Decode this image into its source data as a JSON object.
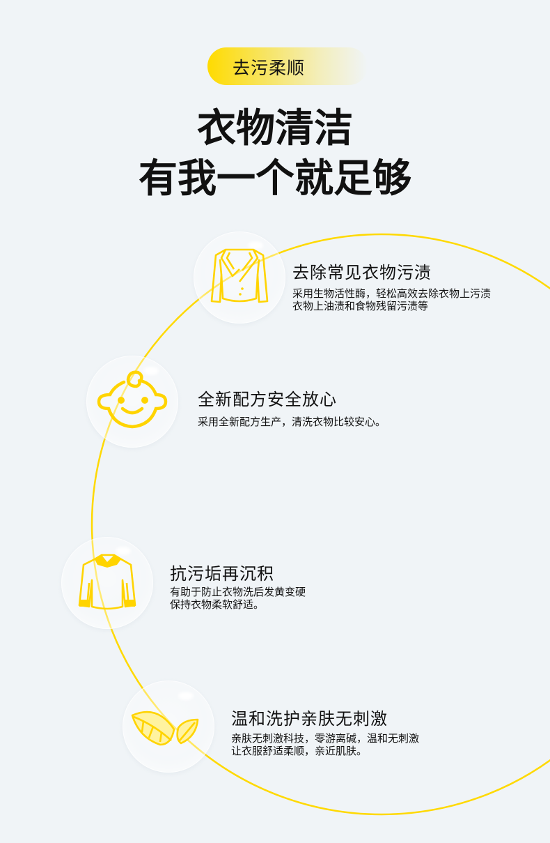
{
  "tag": {
    "label": "去污柔顺"
  },
  "title": {
    "line1": "衣物清洁",
    "line2": "有我一个就足够"
  },
  "colors": {
    "accent": "#ffdb00",
    "background": "#f0f4f7",
    "text": "#111111"
  },
  "features": [
    {
      "icon": "jacket-icon",
      "title": "去除常见衣物污渍",
      "desc_line1": "采用生物活性酶，轻松高效去除衣物上污渍",
      "desc_line2": "衣物上油渍和食物残留污渍等"
    },
    {
      "icon": "baby-face-icon",
      "title": "全新配方安全放心",
      "desc_line1": "采用全新配方生产，清洗衣物比较安心。",
      "desc_line2": ""
    },
    {
      "icon": "shirt-icon",
      "title": "抗污垢再沉积",
      "desc_line1": "有助于防止衣物洗后发黄变硬",
      "desc_line2": "保持衣物柔软舒适。"
    },
    {
      "icon": "leaf-icon",
      "title": "温和洗护亲肤无刺激",
      "desc_line1": "亲肤无刺激科技，零游离碱，温和无刺激",
      "desc_line2": "让衣服舒适柔顺，亲近肌肤。"
    }
  ]
}
